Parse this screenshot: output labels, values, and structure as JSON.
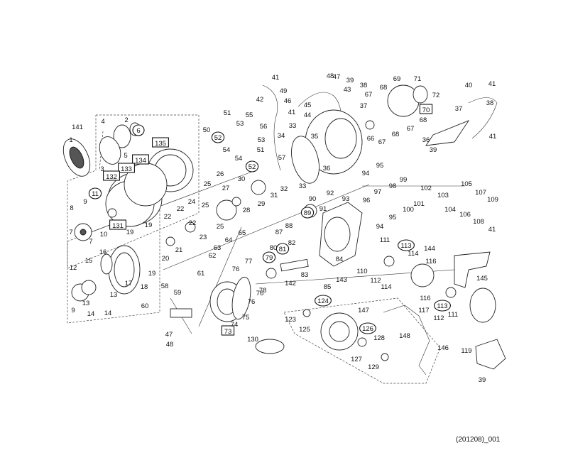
{
  "diagram": {
    "caption": "(201208)_001",
    "part_labels": [
      {
        "id": "l1",
        "text": "1"
      },
      {
        "id": "l141",
        "text": "141"
      },
      {
        "id": "l4",
        "text": "4"
      },
      {
        "id": "l2",
        "text": "2"
      },
      {
        "id": "l3",
        "text": "3"
      },
      {
        "id": "l5",
        "text": "5"
      },
      {
        "id": "l6",
        "text": "6",
        "shape": "circle"
      },
      {
        "id": "l135",
        "text": "135",
        "shape": "box"
      },
      {
        "id": "l134",
        "text": "134",
        "shape": "box"
      },
      {
        "id": "l133",
        "text": "133",
        "shape": "box"
      },
      {
        "id": "l132",
        "text": "132",
        "shape": "box"
      },
      {
        "id": "l11",
        "text": "11",
        "shape": "circle"
      },
      {
        "id": "l131",
        "text": "131",
        "shape": "box"
      },
      {
        "id": "l8",
        "text": "8"
      },
      {
        "id": "l9a",
        "text": "9"
      },
      {
        "id": "l10",
        "text": "10"
      },
      {
        "id": "l7a",
        "text": "7"
      },
      {
        "id": "l7b",
        "text": "7"
      },
      {
        "id": "l19a",
        "text": "19"
      },
      {
        "id": "l19b",
        "text": "19"
      },
      {
        "id": "l19c",
        "text": "19"
      },
      {
        "id": "l12",
        "text": "12"
      },
      {
        "id": "l15",
        "text": "15"
      },
      {
        "id": "l16",
        "text": "16"
      },
      {
        "id": "l17",
        "text": "17"
      },
      {
        "id": "l18",
        "text": "18"
      },
      {
        "id": "l13a",
        "text": "13"
      },
      {
        "id": "l13b",
        "text": "13"
      },
      {
        "id": "l14a",
        "text": "14"
      },
      {
        "id": "l14b",
        "text": "14"
      },
      {
        "id": "l9b",
        "text": "9"
      },
      {
        "id": "l51",
        "text": "51"
      },
      {
        "id": "l50",
        "text": "50"
      },
      {
        "id": "l52a",
        "text": "52",
        "shape": "circle"
      },
      {
        "id": "l53a",
        "text": "53"
      },
      {
        "id": "l54a",
        "text": "54"
      },
      {
        "id": "l55",
        "text": "55"
      },
      {
        "id": "l56",
        "text": "56"
      },
      {
        "id": "l53b",
        "text": "53"
      },
      {
        "id": "l54b",
        "text": "54"
      },
      {
        "id": "l51b",
        "text": "51"
      },
      {
        "id": "l52b",
        "text": "52",
        "shape": "circle"
      },
      {
        "id": "l57",
        "text": "57"
      },
      {
        "id": "l32",
        "text": "32"
      },
      {
        "id": "l26",
        "text": "26"
      },
      {
        "id": "l25a",
        "text": "25"
      },
      {
        "id": "l25b",
        "text": "25"
      },
      {
        "id": "l25c",
        "text": "25"
      },
      {
        "id": "l27",
        "text": "27"
      },
      {
        "id": "l30",
        "text": "30"
      },
      {
        "id": "l28",
        "text": "28"
      },
      {
        "id": "l29",
        "text": "29"
      },
      {
        "id": "l31",
        "text": "31"
      },
      {
        "id": "l22a",
        "text": "22"
      },
      {
        "id": "l22b",
        "text": "22"
      },
      {
        "id": "l22c",
        "text": "22"
      },
      {
        "id": "l24",
        "text": "24"
      },
      {
        "id": "l23",
        "text": "23"
      },
      {
        "id": "l20",
        "text": "20"
      },
      {
        "id": "l21",
        "text": "21"
      },
      {
        "id": "l58",
        "text": "58"
      },
      {
        "id": "l59",
        "text": "59"
      },
      {
        "id": "l60",
        "text": "60"
      },
      {
        "id": "l61",
        "text": "61"
      },
      {
        "id": "l62",
        "text": "62"
      },
      {
        "id": "l63",
        "text": "63"
      },
      {
        "id": "l64",
        "text": "64"
      },
      {
        "id": "l65",
        "text": "65"
      },
      {
        "id": "l47a",
        "text": "47"
      },
      {
        "id": "l48a",
        "text": "48"
      },
      {
        "id": "l73",
        "text": "73",
        "shape": "box"
      },
      {
        "id": "l74",
        "text": "74"
      },
      {
        "id": "l75",
        "text": "75"
      },
      {
        "id": "l76a",
        "text": "76"
      },
      {
        "id": "l76b",
        "text": "76"
      },
      {
        "id": "l76c",
        "text": "76"
      },
      {
        "id": "l77",
        "text": "77"
      },
      {
        "id": "l78",
        "text": "78"
      },
      {
        "id": "l79",
        "text": "79",
        "shape": "circle"
      },
      {
        "id": "l80",
        "text": "80"
      },
      {
        "id": "l81",
        "text": "81",
        "shape": "circle"
      },
      {
        "id": "l82",
        "text": "82"
      },
      {
        "id": "l83",
        "text": "83"
      },
      {
        "id": "l84",
        "text": "84"
      },
      {
        "id": "l85",
        "text": "85"
      },
      {
        "id": "l142",
        "text": "142"
      },
      {
        "id": "l143",
        "text": "143"
      },
      {
        "id": "l87",
        "text": "87"
      },
      {
        "id": "l88",
        "text": "88"
      },
      {
        "id": "l89",
        "text": "89",
        "shape": "circle"
      },
      {
        "id": "l90",
        "text": "90"
      },
      {
        "id": "l91",
        "text": "91"
      },
      {
        "id": "l92",
        "text": "92"
      },
      {
        "id": "l93",
        "text": "93"
      },
      {
        "id": "l94a",
        "text": "94"
      },
      {
        "id": "l94b",
        "text": "94"
      },
      {
        "id": "l95a",
        "text": "95"
      },
      {
        "id": "l95b",
        "text": "95"
      },
      {
        "id": "l96",
        "text": "96"
      },
      {
        "id": "l97",
        "text": "97"
      },
      {
        "id": "l98",
        "text": "98"
      },
      {
        "id": "l99",
        "text": "99"
      },
      {
        "id": "l100",
        "text": "100"
      },
      {
        "id": "l101",
        "text": "101"
      },
      {
        "id": "l102",
        "text": "102"
      },
      {
        "id": "l103",
        "text": "103"
      },
      {
        "id": "l104",
        "text": "104"
      },
      {
        "id": "l105",
        "text": "105"
      },
      {
        "id": "l106",
        "text": "106"
      },
      {
        "id": "l107",
        "text": "107"
      },
      {
        "id": "l108",
        "text": "108"
      },
      {
        "id": "l109",
        "text": "109"
      },
      {
        "id": "l41a",
        "text": "41"
      },
      {
        "id": "l110",
        "text": "110"
      },
      {
        "id": "l111a",
        "text": "111"
      },
      {
        "id": "l111b",
        "text": "111"
      },
      {
        "id": "l112a",
        "text": "112"
      },
      {
        "id": "l112b",
        "text": "112"
      },
      {
        "id": "l113a",
        "text": "113",
        "shape": "circle"
      },
      {
        "id": "l113b",
        "text": "113",
        "shape": "circle"
      },
      {
        "id": "l114a",
        "text": "114"
      },
      {
        "id": "l114b",
        "text": "114"
      },
      {
        "id": "l116a",
        "text": "116"
      },
      {
        "id": "l116b",
        "text": "116"
      },
      {
        "id": "l117",
        "text": "117"
      },
      {
        "id": "l144",
        "text": "144"
      },
      {
        "id": "l145",
        "text": "145"
      },
      {
        "id": "l41b",
        "text": "41"
      },
      {
        "id": "l42",
        "text": "42"
      },
      {
        "id": "l41c",
        "text": "41"
      },
      {
        "id": "l34",
        "text": "34"
      },
      {
        "id": "l33a",
        "text": "33"
      },
      {
        "id": "l35",
        "text": "35"
      },
      {
        "id": "l33b",
        "text": "33"
      },
      {
        "id": "l49",
        "text": "49"
      },
      {
        "id": "l48b",
        "text": "48"
      },
      {
        "id": "l47b",
        "text": "47"
      },
      {
        "id": "l39a",
        "text": "39"
      },
      {
        "id": "l46",
        "text": "46"
      },
      {
        "id": "l43",
        "text": "43"
      },
      {
        "id": "l38a",
        "text": "38"
      },
      {
        "id": "l37a",
        "text": "37"
      },
      {
        "id": "l45",
        "text": "45"
      },
      {
        "id": "l44",
        "text": "44"
      },
      {
        "id": "l36a",
        "text": "36"
      },
      {
        "id": "l69",
        "text": "69"
      },
      {
        "id": "l71",
        "text": "71"
      },
      {
        "id": "l72",
        "text": "72"
      },
      {
        "id": "l68a",
        "text": "68"
      },
      {
        "id": "l67a",
        "text": "67"
      },
      {
        "id": "l70",
        "text": "70",
        "shape": "box"
      },
      {
        "id": "l66",
        "text": "66"
      },
      {
        "id": "l68b",
        "text": "68"
      },
      {
        "id": "l67b",
        "text": "67"
      },
      {
        "id": "l67c",
        "text": "67"
      },
      {
        "id": "l68c",
        "text": "68"
      },
      {
        "id": "l40",
        "text": "40"
      },
      {
        "id": "l41d",
        "text": "41"
      },
      {
        "id": "l38b",
        "text": "38"
      },
      {
        "id": "l37b",
        "text": "37"
      },
      {
        "id": "l36b",
        "text": "36"
      },
      {
        "id": "l39b",
        "text": "39"
      },
      {
        "id": "l41e",
        "text": "41"
      },
      {
        "id": "l124",
        "text": "124",
        "shape": "circle"
      },
      {
        "id": "l123",
        "text": "123"
      },
      {
        "id": "l125",
        "text": "125"
      },
      {
        "id": "l126",
        "text": "126",
        "shape": "circle"
      },
      {
        "id": "l127",
        "text": "127"
      },
      {
        "id": "l128",
        "text": "128"
      },
      {
        "id": "l129",
        "text": "129"
      },
      {
        "id": "l130",
        "text": "130"
      },
      {
        "id": "l147",
        "text": "147"
      },
      {
        "id": "l148",
        "text": "148"
      },
      {
        "id": "l146",
        "text": "146"
      },
      {
        "id": "l119",
        "text": "119"
      },
      {
        "id": "l39c",
        "text": "39"
      }
    ]
  }
}
